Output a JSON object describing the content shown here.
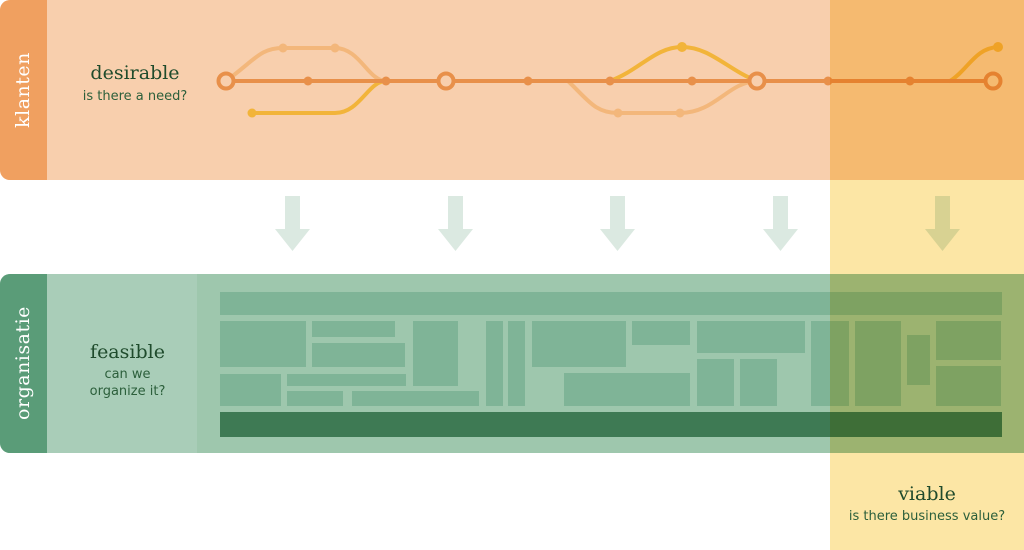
{
  "customers": {
    "tab_label": "klanten",
    "heading": "desirable",
    "question": "is there a need?"
  },
  "organization": {
    "tab_label": "organisatie",
    "heading": "feasible",
    "question_line1": "can we",
    "question_line2": "organize it?"
  },
  "business": {
    "heading": "viable",
    "question": "is there business value?"
  },
  "colors": {
    "customer_band": "#f8cfad",
    "customer_tab": "#f0a060",
    "org_band": "#9ec7ad",
    "org_tab": "#5a9c78",
    "org_panel": "#a9cdb8",
    "block": "#7fb497",
    "bar_dark": "#3e7a54",
    "viable_overlay": "#fbdc82",
    "journey_line": "#e8904a",
    "branch_light": "#f3b77b",
    "branch_yellow": "#f2b43a",
    "arrow": "#dbe9e1"
  }
}
